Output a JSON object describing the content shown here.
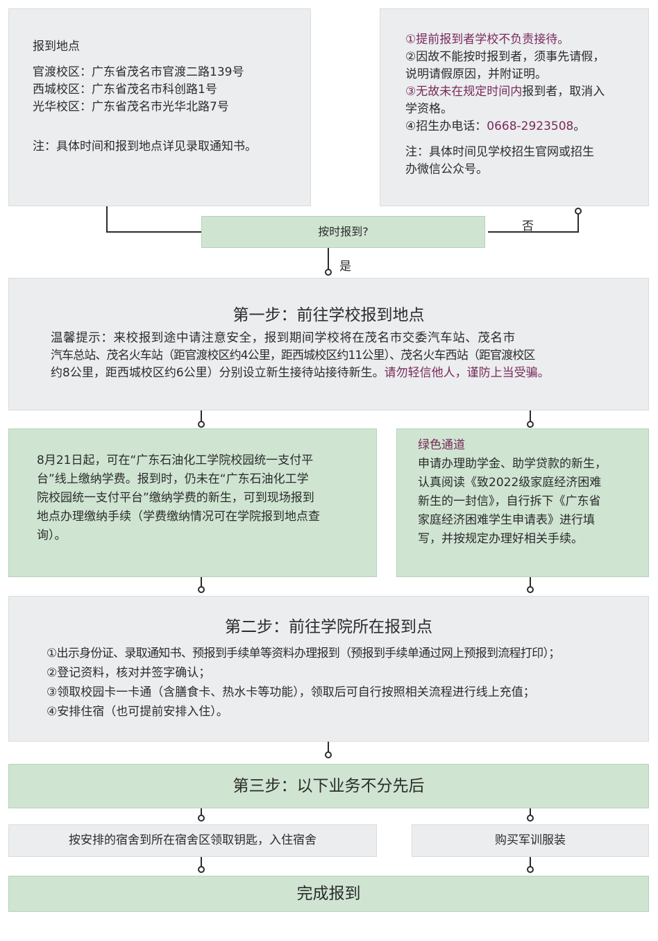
{
  "location": {
    "title": "报到地点",
    "campuses": [
      {
        "name": "官渡校区：",
        "address": "广东省茂名市官渡二路139号"
      },
      {
        "name": "西城校区：",
        "address": "广东省茂名市科创路1号"
      },
      {
        "name": "光华校区：",
        "address": "广东省茂名市光华北路7号"
      }
    ],
    "note": "注：具体时间和报到地点详见录取通知书。"
  },
  "notice": {
    "line1": "①提前报到者学校不负责接待。",
    "line2a": "②因故不能按时报到者，须事先请假，",
    "line2b": "说明请假原因，并附证明。",
    "line3a_purple": "③无故未在规定时间内",
    "line3a_rest": "报到者，取消入",
    "line3b": "学资格。",
    "line4_label": "④招生办电话：",
    "line4_phone": "0668-2923508",
    "line4_end": "。",
    "note_a": "注：具体时间见学校招生官网或招生",
    "note_b": "办微信公众号。"
  },
  "decision": {
    "question": "按时报到?",
    "no": "否",
    "yes": "是"
  },
  "step1": {
    "title": "第一步：前往学校报到地点",
    "line1": "温馨提示：来校报到途中请注意安全，报到期间学校将在茂名市交委汽车站、茂名市",
    "line2": "汽车总站、茂名火车站（距官渡校区约4公里，距西城校区约11公里）、茂名火车西站（距官渡校区",
    "line3": "约8公里，距西城校区约6公里）分别设立新生接待站接待新生。",
    "warning": "请勿轻信他人，谨防上当受骗。"
  },
  "payment": {
    "lines": [
      "8月21日起，可在“广东石油化工学院校园统一支付平",
      "台”线上缴纳学费。报到时，仍未在“广东石油化工学",
      "院校园统一支付平台”缴纳学费的新生，可到现场报到",
      "地点办理缴纳手续（学费缴纳情况可在学院报到地点查",
      "询）。"
    ]
  },
  "green_channel": {
    "title": "绿色通道",
    "lines": [
      "申请办理助学金、助学贷款的新生，",
      "认真阅读《致2022级家庭经济困难",
      "新生的一封信》，自行拆下《广东省",
      "家庭经济困难学生申请表》进行填",
      "写，并按规定办理好相关手续。"
    ]
  },
  "step2": {
    "title": "第二步：前往学院所在报到点",
    "items": [
      "①出示身份证、录取通知书、预报到手续单等资料办理报到（预报到手续单通过网上预报到流程打印）；",
      "②登记资料，核对并签字确认；",
      "③领取校园卡一卡通（含膳食卡、热水卡等功能），领取后可自行按照相关流程进行线上充值；",
      "④安排住宿（也可提前安排入住）。"
    ]
  },
  "step3": {
    "title": "第三步：以下业务不分先后"
  },
  "tasks": {
    "dorm": "按安排的宿舍到所在宿舍区领取钥匙，入住宿舍",
    "uniform": "购买军训服装"
  },
  "finish": {
    "title": "完成报到"
  },
  "colors": {
    "gray_box": "#ebedef",
    "green_box": "#cfe5d2",
    "accent_purple": "#7a2a5a",
    "line": "#2b2b2b"
  }
}
